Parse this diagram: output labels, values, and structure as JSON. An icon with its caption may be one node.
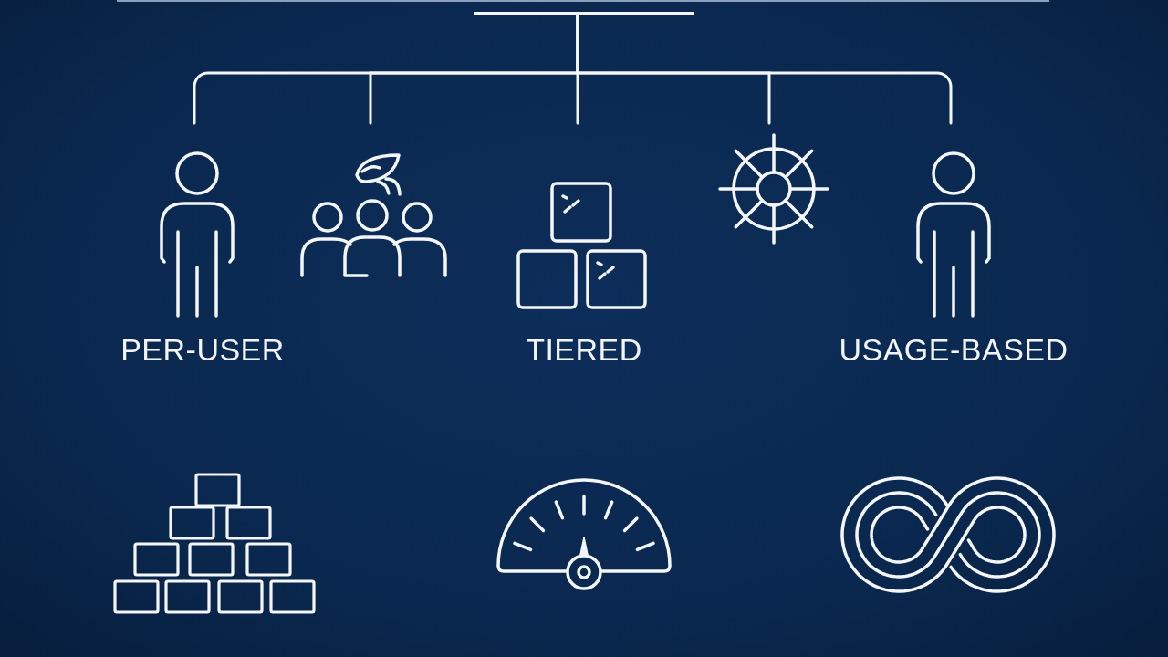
{
  "diagram": {
    "nodes": [
      {
        "text": [],
        "shape": "bar"
      },
      {
        "text": [
          "PER-USER"
        ]
      },
      {
        "text": [],
        "shape": "picture"
      },
      {
        "text": [
          "TIERED"
        ]
      },
      {
        "text": [],
        "shape": "picture"
      },
      {
        "text": [
          "USAGE-BASED"
        ]
      },
      {
        "text": [],
        "shape": "picture"
      },
      {
        "text": [],
        "shape": "picture"
      },
      {
        "text": [],
        "shape": "picture"
      }
    ],
    "edges": [
      {
        "from": 0,
        "to": 1,
        "arrow": "none"
      },
      {
        "from": 0,
        "to": 2,
        "arrow": "none"
      },
      {
        "from": 0,
        "to": 3,
        "arrow": "none"
      },
      {
        "from": 0,
        "to": 4,
        "arrow": "none"
      },
      {
        "from": 0,
        "to": 5,
        "arrow": "none"
      }
    ]
  }
}
